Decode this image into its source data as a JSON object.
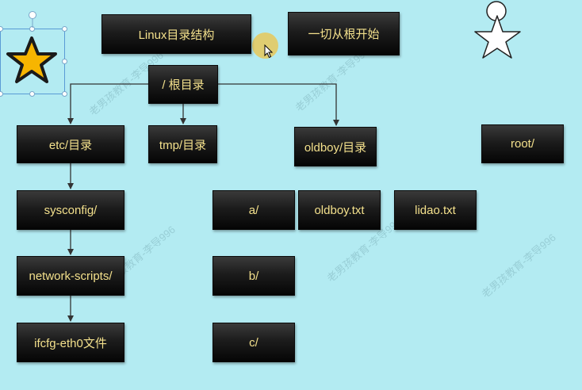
{
  "colors": {
    "background": "#b3ebf2",
    "box_text": "#f3e08c",
    "connector": "#333333"
  },
  "icons": {
    "selected_shape": "star-icon",
    "top_right_shape": "person-star-icon",
    "pointer": "mouse-cursor-icon"
  },
  "watermark": "老男孩教育-李导996",
  "boxes": {
    "title": "Linux目录结构",
    "subtitle": "一切从根开始",
    "root_dir": "/ 根目录",
    "etc": "etc/目录",
    "tmp": "tmp/目录",
    "oldboy": "oldboy/目录",
    "root_home": "root/",
    "sysconfig": "sysconfig/",
    "network_scripts": "network-scripts/",
    "ifcfg": "ifcfg-eth0文件",
    "a": "a/",
    "b": "b/",
    "c": "c/",
    "oldboy_txt": "oldboy.txt",
    "lidao_txt": "lidao.txt"
  }
}
